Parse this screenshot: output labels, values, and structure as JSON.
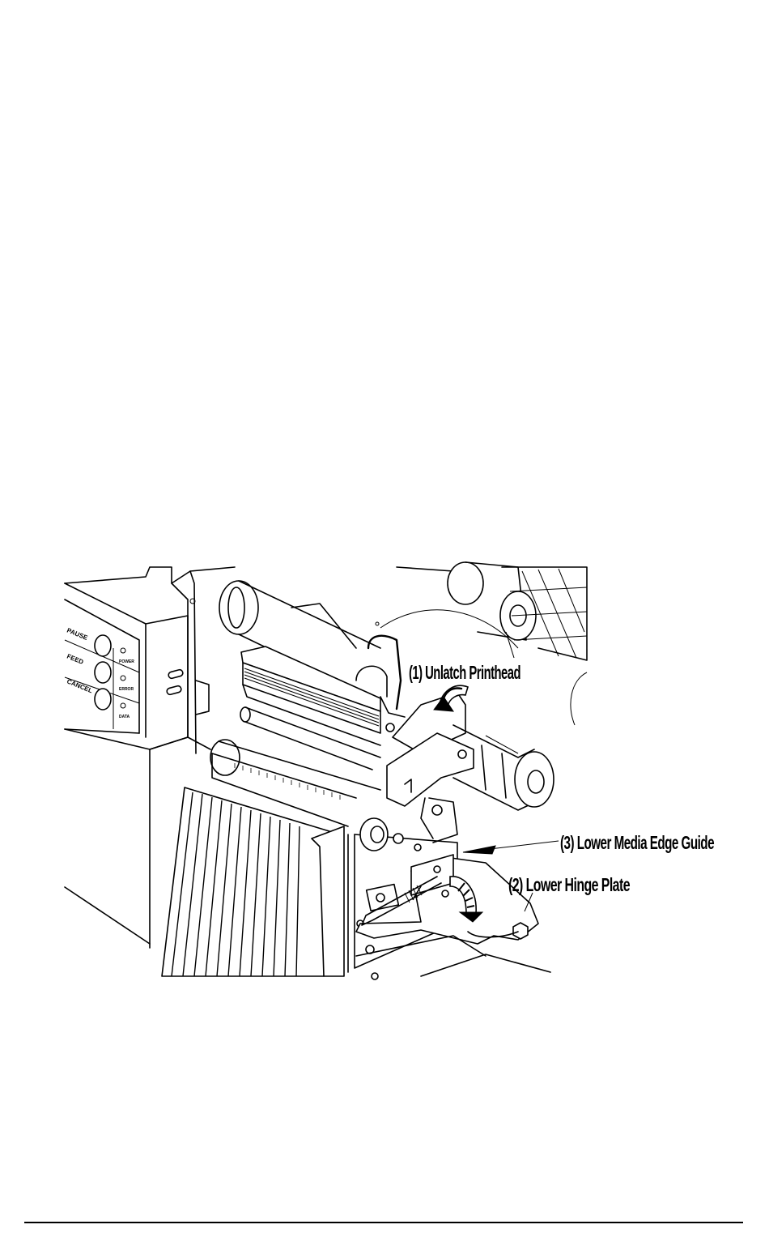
{
  "figure": {
    "callouts": {
      "unlatch_printhead": "(1) Unlatch Printhead",
      "lower_hinge_plate": "(2) Lower Hinge Plate",
      "lower_media_edge_guide": "(3) Lower Media Edge Guide"
    },
    "control_panel": {
      "buttons": [
        "PAUSE",
        "FEED",
        "CANCEL"
      ]
    }
  }
}
